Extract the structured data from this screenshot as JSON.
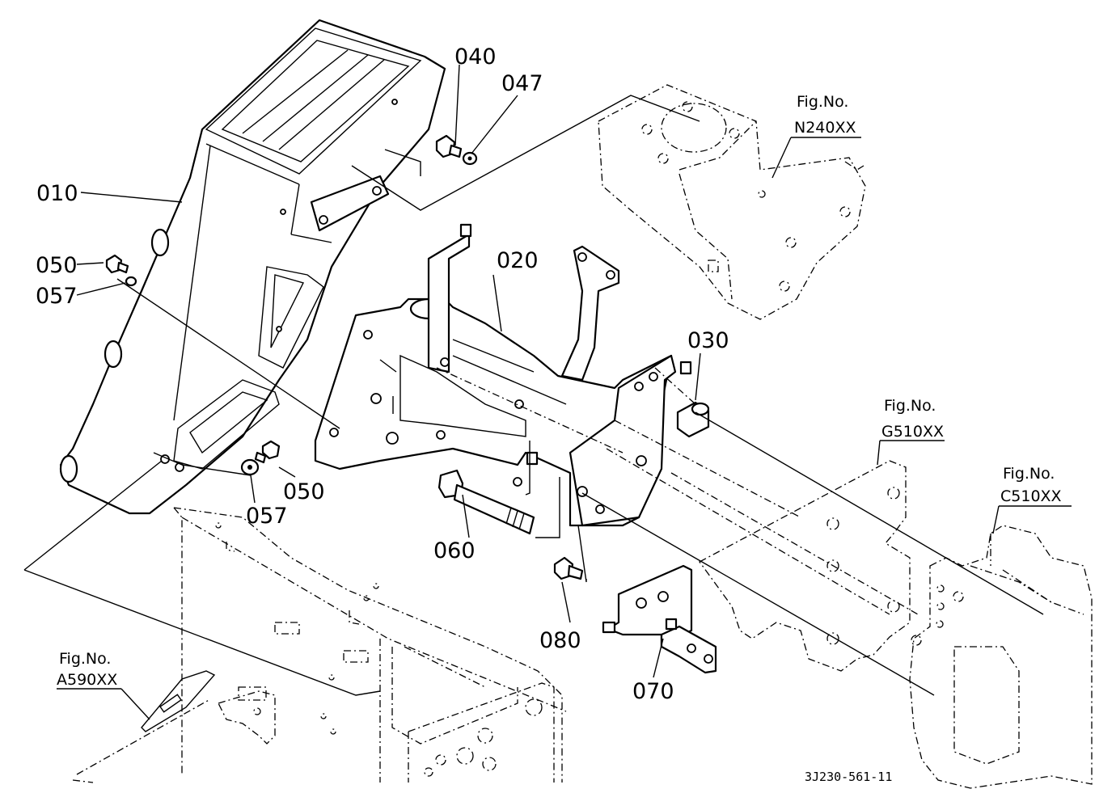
{
  "diagram": {
    "part_labels": {
      "p010": "010",
      "p020": "020",
      "p030": "030",
      "p040": "040",
      "p047": "047",
      "p050a": "050",
      "p050b": "050",
      "p057a": "057",
      "p057b": "057",
      "p060": "060",
      "p070": "070",
      "p080": "080"
    },
    "fig_refs": {
      "n240": {
        "line1": "Fig.No.",
        "line2": "N240XX"
      },
      "g510": {
        "line1": "Fig.No.",
        "line2": "G510XX"
      },
      "c510": {
        "line1": "Fig.No.",
        "line2": "C510XX"
      },
      "a590": {
        "line1": "Fig.No.",
        "line2": "A590XX"
      }
    },
    "drawing_code": "3J230-561-11"
  }
}
